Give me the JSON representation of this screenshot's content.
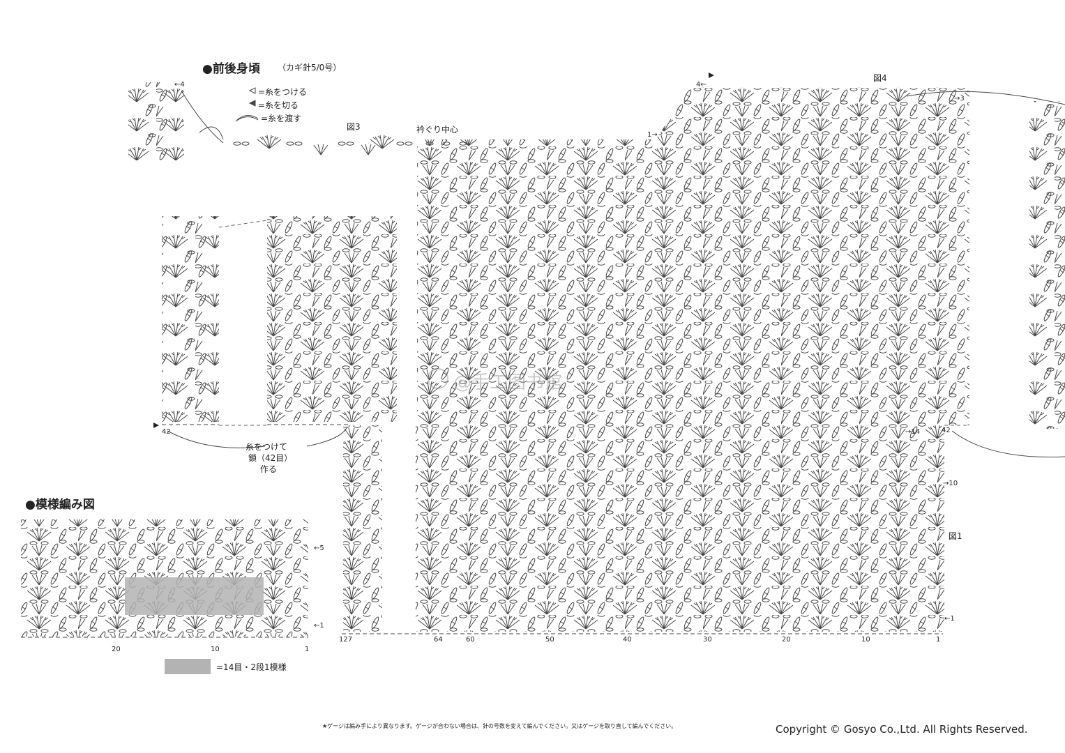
{
  "texts": {
    "main_title": "●前後身頃",
    "main_subtitle": "（カギ針5/0号）",
    "legend_attach": "=糸をつける",
    "legend_cut": "=糸を切る",
    "legend_pass": "=糸を渡す",
    "fig1": "図1",
    "fig3": "図3",
    "fig4": "図4",
    "collar_center": "衿ぐり中心",
    "chain_note_1": "糸をつけて",
    "chain_note_2": "鎖（42目）",
    "chain_note_3": "作る",
    "pattern_title": "●模様編み図",
    "pattern_legend": "=14目・2段1模様",
    "footer_note": "★ゲージは編み手により異なります。ゲージが合わない場合は、針の号数を変えて編んでください。又はゲージを取り直して編んでください。",
    "copyright": "Copyright © Gosyo Co.,Ltd. All Rights Reserved.",
    "watermark": "@手工图书馆"
  },
  "row_markers": {
    "top_left_4": "←4",
    "left_1": "1→",
    "top_right_4": "4←",
    "right_3": "→3",
    "right_14": "→14",
    "right_10": "→10",
    "right_1": "←1",
    "label_42_left": "42",
    "label_42_right": "42",
    "pattern_5": "←5",
    "pattern_1": "←1",
    "pattern_col_20": "20",
    "pattern_col_10": "10",
    "pattern_col_1": "1"
  },
  "stitch_counts": [
    "127",
    "64",
    "60",
    "50",
    "40",
    "30",
    "20",
    "10",
    "1"
  ],
  "colors": {
    "ink": "#444444",
    "highlight": "#b3b3b3"
  }
}
